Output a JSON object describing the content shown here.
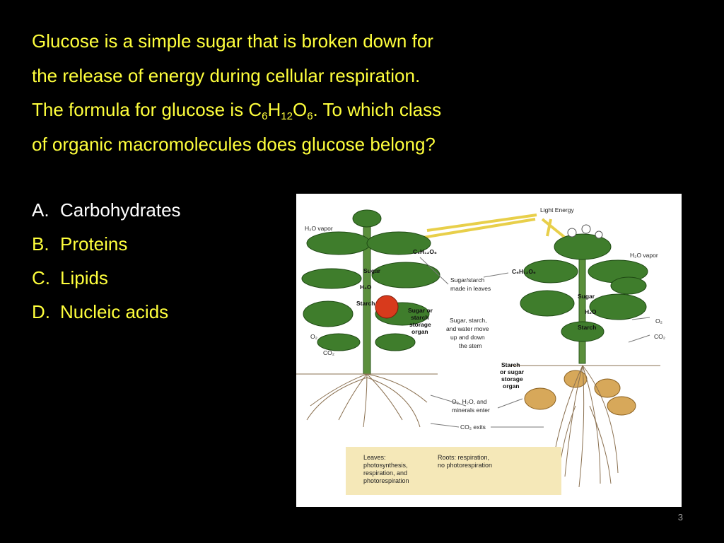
{
  "question": {
    "line1": "Glucose is a simple sugar that is broken down for",
    "line2": "the release of energy during cellular respiration.",
    "line3_pre": "The formula for glucose is C",
    "sub6a": "6",
    "mid_h": "H",
    "sub12": "12",
    "mid_o": "O",
    "sub6b": "6",
    "line3_post": ".  To which class",
    "line4": "of organic macromolecules does glucose belong?"
  },
  "options": [
    {
      "letter": "A.",
      "text": "Carbohydrates"
    },
    {
      "letter": "B.",
      "text": "Proteins"
    },
    {
      "letter": "C.",
      "text": "Lipids"
    },
    {
      "letter": "D.",
      "text": "Nucleic acids"
    }
  ],
  "diagram": {
    "light_energy": "Light Energy",
    "h2o_vapor_left": "H₂O vapor",
    "h2o_vapor_right": "H₂O vapor",
    "c6h12o6_left": "C₆H₁₂O₆",
    "c6h12o6_right": "C₆H₁₂O₆",
    "sugar_starch_leaves": [
      "Sugar/starch",
      "made in leaves"
    ],
    "sugar_left": "Sugar",
    "h2o_left": "H₂O",
    "starch_left": "Starch",
    "sugar_right": "Sugar",
    "h2o_right": "H₂O",
    "starch_right": "Starch",
    "storage_left": [
      "Sugar or",
      "starch",
      "storage",
      "organ"
    ],
    "move_stem": [
      "Sugar, starch,",
      "and water move",
      "up and down",
      "the stem"
    ],
    "storage_right": [
      "Starch",
      "or sugar",
      "storage",
      "organ"
    ],
    "o2_left": "O₂",
    "co2_left": "CO₂",
    "o2_right": "O₂",
    "co2_right": "CO₂",
    "minerals": [
      "O₂, H₂O, and",
      "minerals enter"
    ],
    "co2_exits": "CO₂ exits",
    "leaves_box": [
      "Leaves:",
      "photosynthesis,",
      "respiration, and",
      "photorespiration"
    ],
    "roots_box": [
      "Roots: respiration,",
      "no photorespiration"
    ]
  },
  "page_number": "3",
  "colors": {
    "background": "#000000",
    "question_text": "#ffff3c",
    "answer_a": "#ffffff",
    "light_ray": "#e8cf4a",
    "leaf": "#3f7d2c",
    "tomato": "#d83a1c",
    "potato": "#d7a85a",
    "legend_box": "#f5e8b8"
  }
}
